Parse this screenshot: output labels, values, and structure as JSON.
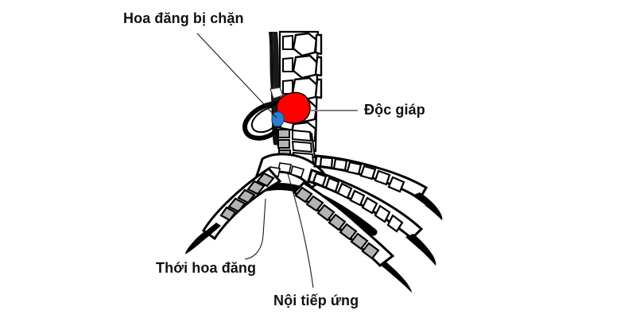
{
  "figure": {
    "title": "Sơ đồ chân gà",
    "subject": "rooster-foot-anatomy",
    "background_color": "#ffffff"
  },
  "labels": {
    "hoa_dang_bi_chan": "Hoa đăng bị chặn",
    "doc_giap": "Độc giáp",
    "thoi_hoa_dang": "Thới hoa đăng",
    "noi_tiep_ung": "Nội tiếp ứng"
  },
  "colors": {
    "spur_red": "#FF0000",
    "marker_blue": "#2E7FD0",
    "scale_gray": "#B3B3B3",
    "outline_black": "#000000",
    "leader_gray": "#808080",
    "leader_black": "#1A1A1A",
    "text_black": "#111111",
    "scale_white": "#FFFFFF"
  },
  "annotations": [
    {
      "id": "hoa-dang-bi-chan",
      "label": "Hoa đăng bị chặn",
      "target": "blue-marker",
      "leader_style": "straight-diagonal",
      "leader_color": "#1A1A1A"
    },
    {
      "id": "doc-giap",
      "label": "Độc giáp",
      "target": "red-spur",
      "leader_style": "horizontal",
      "leader_color": "#808080"
    },
    {
      "id": "thoi-hoa-dang",
      "label": "Thới hoa đăng",
      "target": "hind-toe",
      "leader_style": "curved",
      "leader_color": "#1A1A1A"
    },
    {
      "id": "noi-tiep-ung",
      "label": "Nội tiếp ứng",
      "target": "toe-junction",
      "leader_style": "straight-diagonal",
      "leader_color": "#1A1A1A"
    }
  ],
  "parts": {
    "tarsus": "shank-with-hexagonal-scales",
    "red_spur": "độc giáp highlight",
    "blue_marker": "hoa đăng marker",
    "toes": [
      "hind-toe",
      "inner-toe",
      "middle-toe",
      "outer-toe"
    ]
  }
}
